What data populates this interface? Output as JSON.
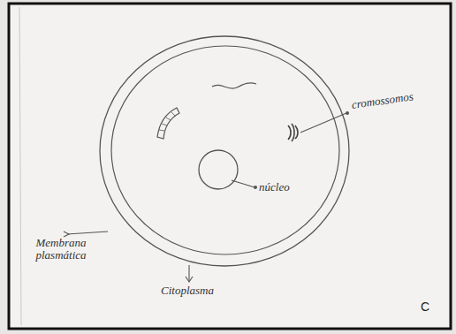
{
  "diagram": {
    "labels": [
      "cromossomos",
      "núcleo",
      "Membrana plasmática",
      "Citoplasma",
      "C"
    ]
  }
}
